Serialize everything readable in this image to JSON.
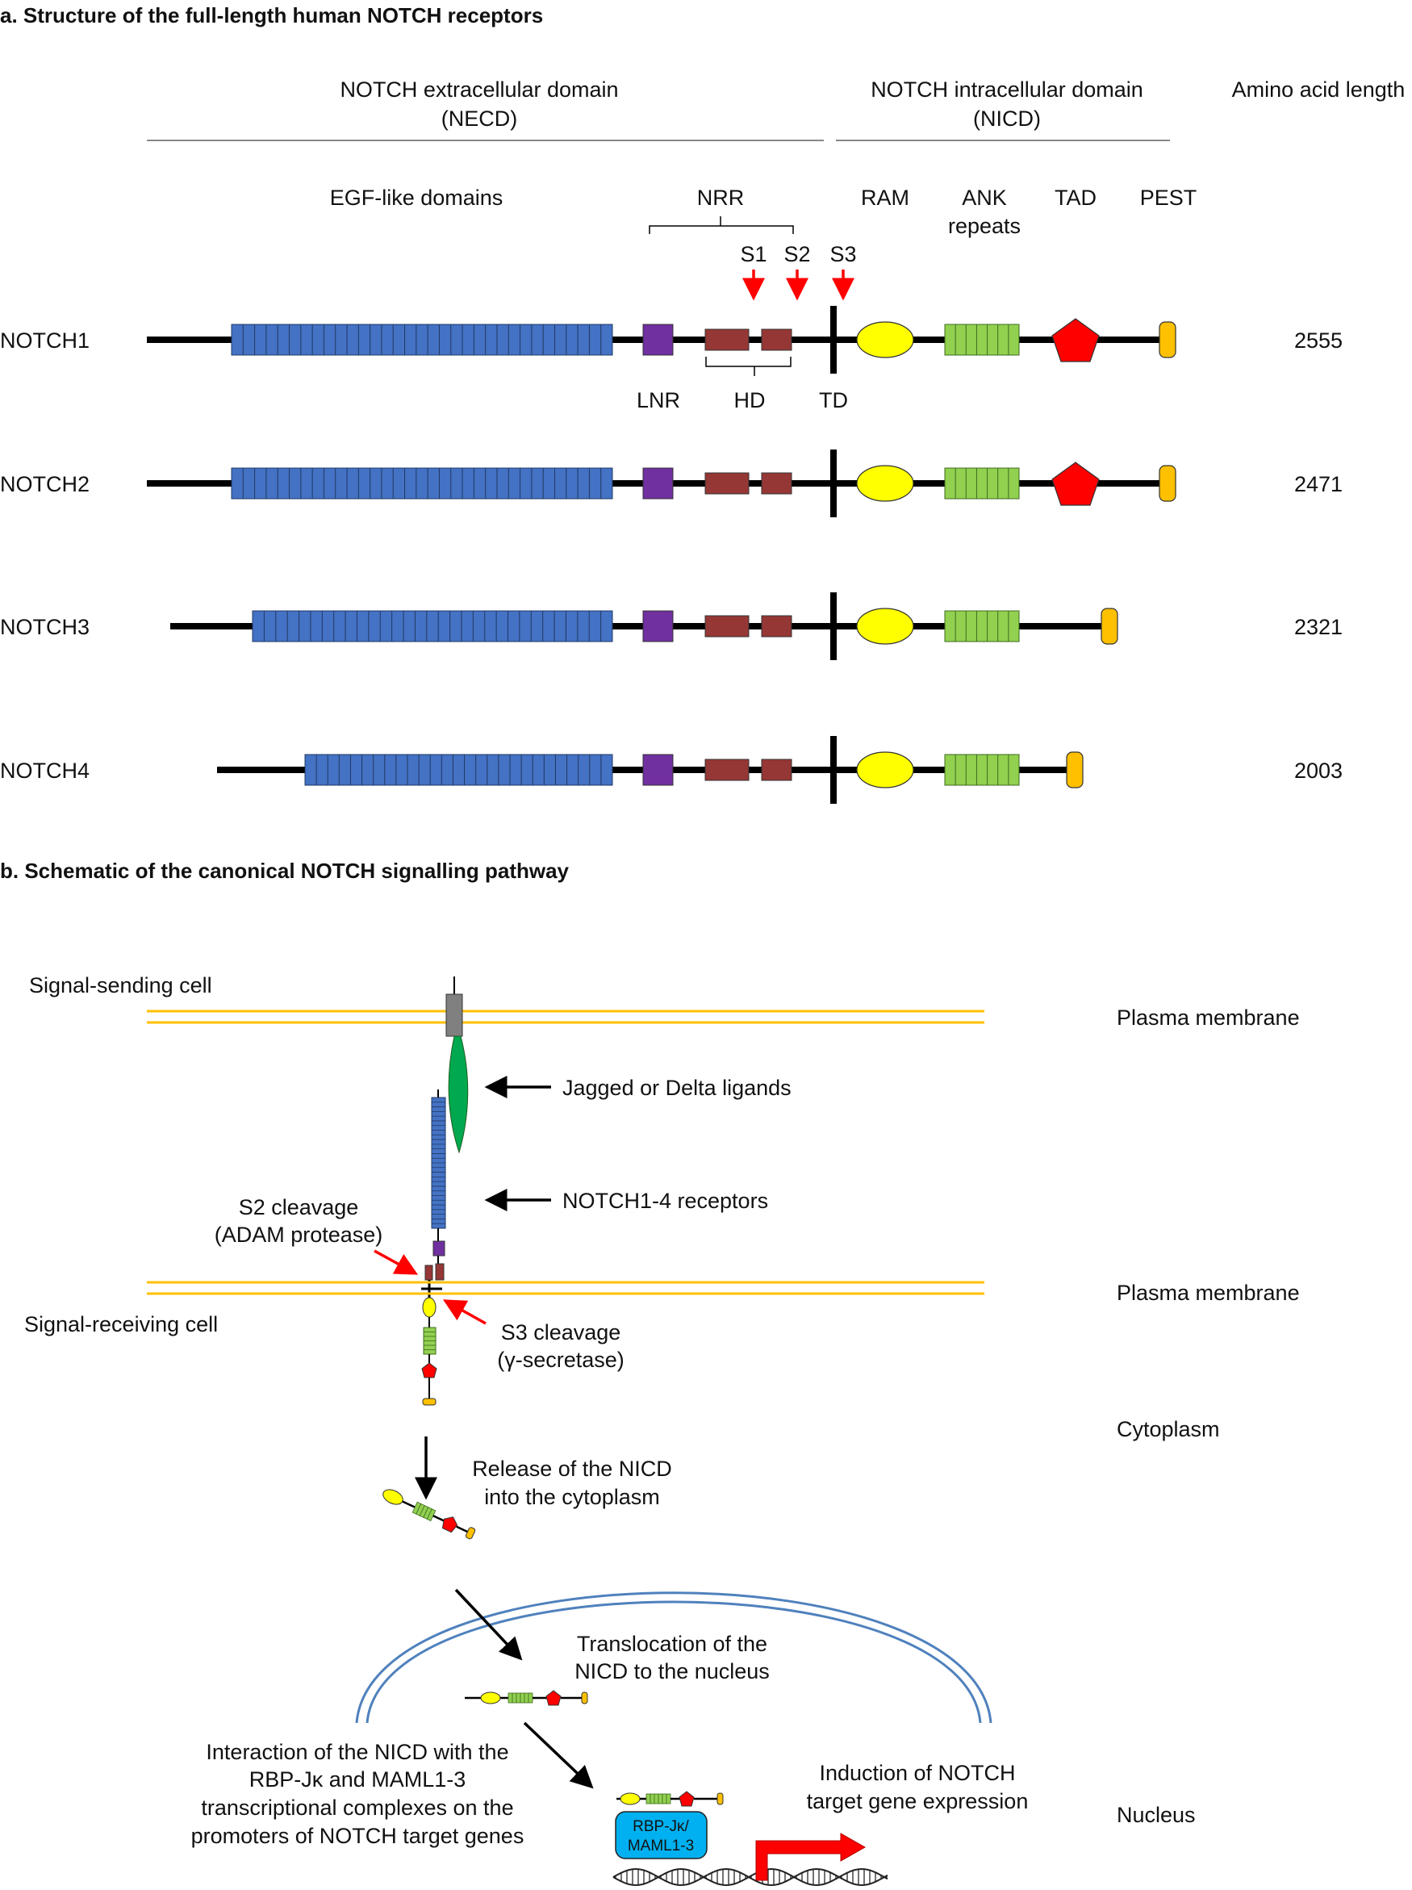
{
  "colors": {
    "egf": "#4472c4",
    "lnr": "#7030a0",
    "hd": "#953735",
    "ram": "#ffff00",
    "ank": "#92d050",
    "tad": "#ff0000",
    "pest": "#ffc000",
    "arrow_red": "#ff0000",
    "membrane": "#ffc000",
    "nucleus": "#4f81bd",
    "rbp_box": "#00b0f0",
    "ligand": "#00a84f",
    "ligand_anchor": "#808080",
    "induction_arrow": "#ff0000"
  },
  "panel_a": {
    "title": "a. Structure of the full-length human NOTCH receptors",
    "necd": {
      "line1": "NOTCH extracellular domain",
      "line2": "(NECD)"
    },
    "nicd": {
      "line1": "NOTCH intracellular domain",
      "line2": "(NICD)"
    },
    "aa_header": "Amino acid length",
    "domain_labels": {
      "egf": "EGF-like domains",
      "nrr": "NRR",
      "ram": "RAM",
      "ank_line1": "ANK",
      "ank_line2": "repeats",
      "tad": "TAD",
      "pest": "PEST"
    },
    "cleavage_labels": {
      "s1": "S1",
      "s2": "S2",
      "s3": "S3"
    },
    "sub_labels": {
      "lnr": "LNR",
      "hd": "HD",
      "td": "TD"
    },
    "receptors": [
      {
        "name": "NOTCH1",
        "length": "2555",
        "has_tad": true
      },
      {
        "name": "NOTCH2",
        "length": "2471",
        "has_tad": true
      },
      {
        "name": "NOTCH3",
        "length": "2321",
        "has_tad": false
      },
      {
        "name": "NOTCH4",
        "length": "2003",
        "has_tad": false
      }
    ]
  },
  "panel_b": {
    "title": "b. Schematic of the canonical NOTCH signalling pathway",
    "signal_sending_cell": "Signal-sending cell",
    "signal_receiving_cell": "Signal-receiving cell",
    "plasma_membrane_top": "Plasma membrane",
    "plasma_membrane_bottom": "Plasma membrane",
    "cytoplasm": "Cytoplasm",
    "nucleus": "Nucleus",
    "ligands": "Jagged or Delta ligands",
    "receptors": "NOTCH1-4 receptors",
    "s2_line1": "S2 cleavage",
    "s2_line2": "(ADAM protease)",
    "s3_line1": "S3 cleavage",
    "s3_line2": "(γ-secretase)",
    "release_line1": "Release of the NICD",
    "release_line2": "into the cytoplasm",
    "translocation_line1": "Translocation of the",
    "translocation_line2": "NICD to the nucleus",
    "interaction_lines": [
      "Interaction of the NICD with the",
      "RBP-Jκ and MAML1-3",
      "transcriptional complexes on the",
      "promoters of NOTCH target genes"
    ],
    "induction_line1": "Induction of NOTCH",
    "induction_line2": "target gene expression",
    "rbp_line1": "RBP-Jκ/",
    "rbp_line2": "MAML1-3"
  }
}
